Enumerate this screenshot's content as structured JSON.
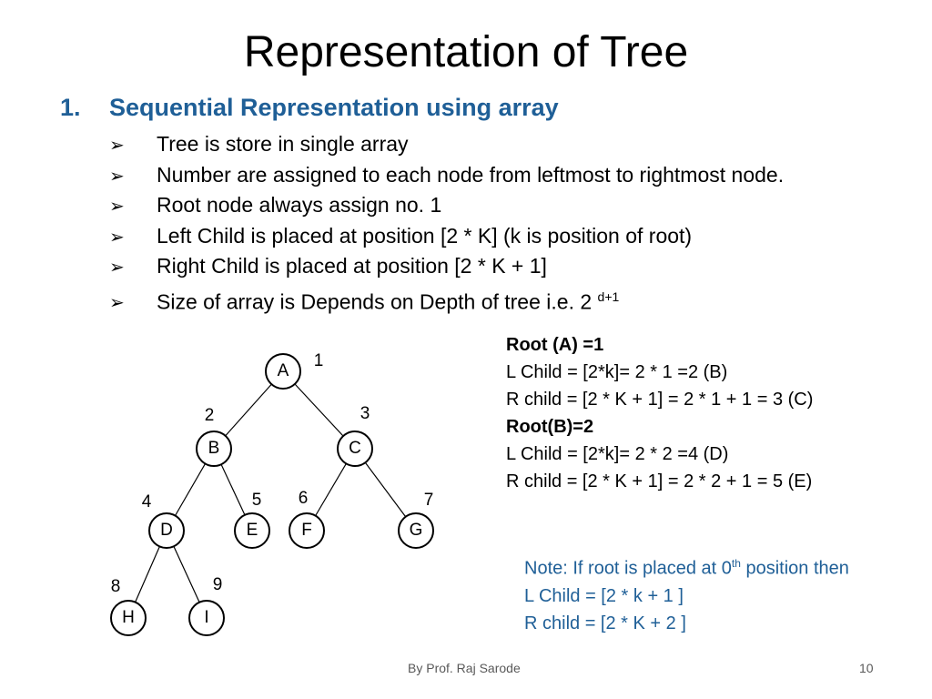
{
  "slide": {
    "title": "Representation of Tree",
    "section_number": "1.",
    "section_heading": "Sequential Representation using  array",
    "bullet_icon": "arrow-check-icon",
    "bullets": [
      "Tree is store in single array",
      "Number are assigned to each node from leftmost to rightmost node.",
      "Root node always assign no. 1",
      "Left Child is placed at position [2 * K] (k is position of root)",
      "Right Child is placed at position [2 * K + 1]",
      "Size of array is Depends on Depth of tree i.e. 2 "
    ],
    "bullet_superscript": "d+1",
    "tree": {
      "nodes": [
        {
          "label": "A",
          "number": "1"
        },
        {
          "label": "B",
          "number": "2"
        },
        {
          "label": "C",
          "number": "3"
        },
        {
          "label": "D",
          "number": "4"
        },
        {
          "label": "E",
          "number": "5"
        },
        {
          "label": "F",
          "number": "6"
        },
        {
          "label": "G",
          "number": "7"
        },
        {
          "label": "H",
          "number": "8"
        },
        {
          "label": "I",
          "number": "9"
        }
      ]
    },
    "calc_lines": [
      "Root (A) =1",
      "L Child = [2*k]= 2 * 1 =2 (B)",
      "R child = [2 * K + 1] = 2 * 1 + 1 = 3 (C)",
      "Root(B)=2",
      "L Child = [2*k]= 2 * 2 =4 (D)",
      "R child = [2 * K + 1] = 2 * 2 + 1 = 5 (E)"
    ],
    "note": {
      "line1_prefix": "Note: If root is placed at 0",
      "line1_sup": "th",
      "line1_suffix": " position then",
      "line2": "L Child = [2 * k + 1 ]",
      "line3": "R child = [2 * K + 2 ]"
    },
    "footer": {
      "author": "By Prof. Raj Sarode",
      "page": "10"
    },
    "colors": {
      "heading_blue": "#1f5f97",
      "text": "#000000",
      "footer": "#595959"
    }
  }
}
